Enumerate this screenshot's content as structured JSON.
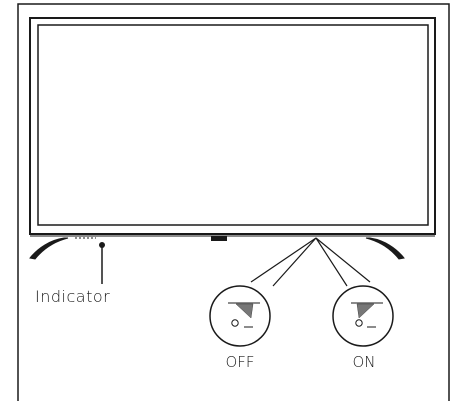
{
  "labels": {
    "indicator": "Indicator",
    "off": "OFF",
    "on": "ON"
  },
  "colors": {
    "line": "#1a1a1a",
    "switch_grey": "#777777",
    "background": "#ffffff"
  }
}
